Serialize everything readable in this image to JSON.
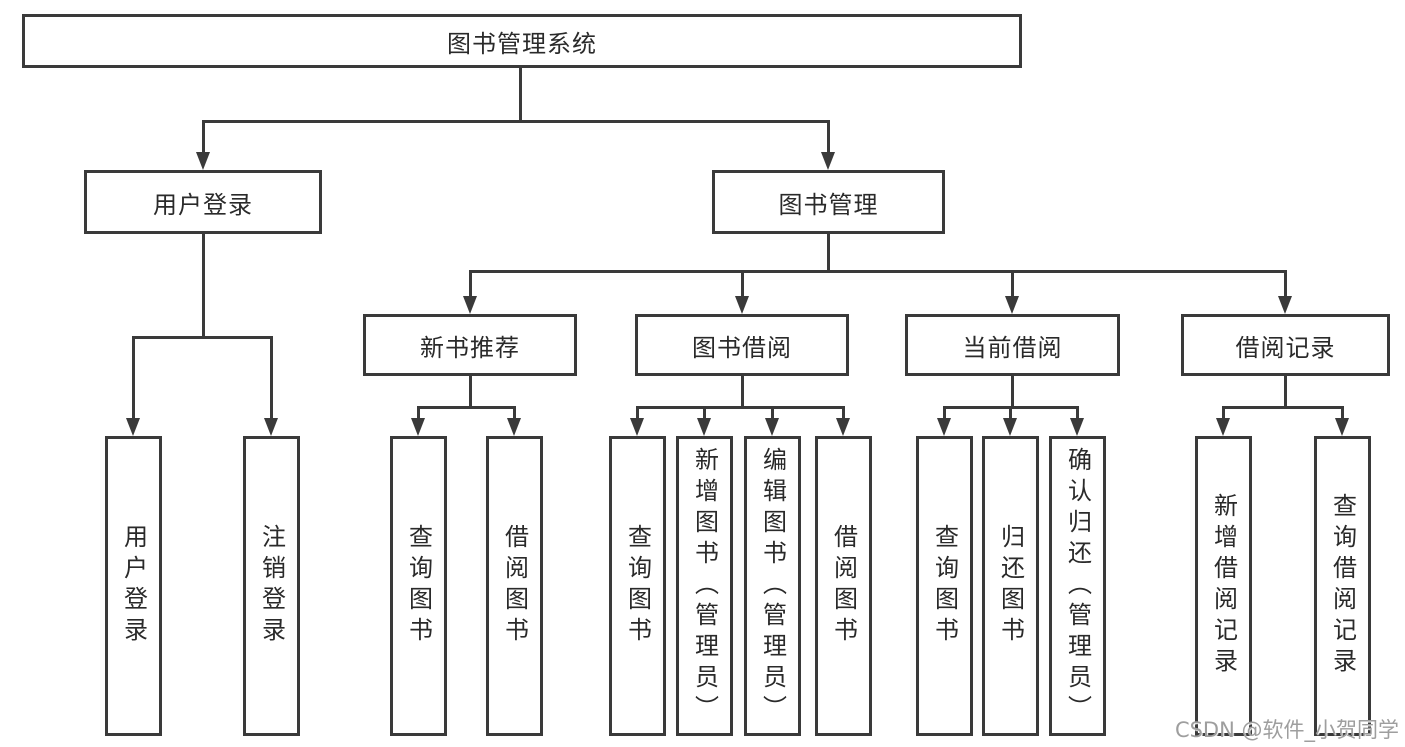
{
  "diagram": {
    "nodes": {
      "root": {
        "label": "图书管理系统"
      },
      "user_login": {
        "label": "用户登录"
      },
      "book_mgmt": {
        "label": "图书管理"
      },
      "new_rec": {
        "label": "新书推荐"
      },
      "book_borrow": {
        "label": "图书借阅"
      },
      "current_borrow": {
        "label": "当前借阅"
      },
      "borrow_record": {
        "label": "借阅记录"
      },
      "leaf_user_login": {
        "label": "用户登录"
      },
      "leaf_logout": {
        "label": "注销登录"
      },
      "leaf_rec_query": {
        "label": "查询图书"
      },
      "leaf_rec_borrow": {
        "label": "借阅图书"
      },
      "leaf_bb_query": {
        "label": "查询图书"
      },
      "leaf_bb_add": {
        "label": "新增图书（管理员）"
      },
      "leaf_bb_edit": {
        "label": "编辑图书（管理员）"
      },
      "leaf_bb_borrow": {
        "label": "借阅图书"
      },
      "leaf_cb_query": {
        "label": "查询图书"
      },
      "leaf_cb_return": {
        "label": "归还图书"
      },
      "leaf_cb_confirm": {
        "label": "确认归还（管理员）"
      },
      "leaf_br_add": {
        "label": "新增借阅记录"
      },
      "leaf_br_query": {
        "label": "查询借阅记录"
      }
    },
    "edges": [
      [
        "root",
        "user_login"
      ],
      [
        "root",
        "book_mgmt"
      ],
      [
        "user_login",
        "leaf_user_login"
      ],
      [
        "user_login",
        "leaf_logout"
      ],
      [
        "book_mgmt",
        "new_rec"
      ],
      [
        "book_mgmt",
        "book_borrow"
      ],
      [
        "book_mgmt",
        "current_borrow"
      ],
      [
        "book_mgmt",
        "borrow_record"
      ],
      [
        "new_rec",
        "leaf_rec_query"
      ],
      [
        "new_rec",
        "leaf_rec_borrow"
      ],
      [
        "book_borrow",
        "leaf_bb_query"
      ],
      [
        "book_borrow",
        "leaf_bb_add"
      ],
      [
        "book_borrow",
        "leaf_bb_edit"
      ],
      [
        "book_borrow",
        "leaf_bb_borrow"
      ],
      [
        "current_borrow",
        "leaf_cb_query"
      ],
      [
        "current_borrow",
        "leaf_cb_return"
      ],
      [
        "current_borrow",
        "leaf_cb_confirm"
      ],
      [
        "borrow_record",
        "leaf_br_add"
      ],
      [
        "borrow_record",
        "leaf_br_query"
      ]
    ],
    "colors": {
      "line": "#3a3a3a",
      "text": "#2a2a2a",
      "background": "#ffffff",
      "watermark": "#9e9e9e"
    },
    "watermark": "CSDN @软件_小贺同学"
  }
}
